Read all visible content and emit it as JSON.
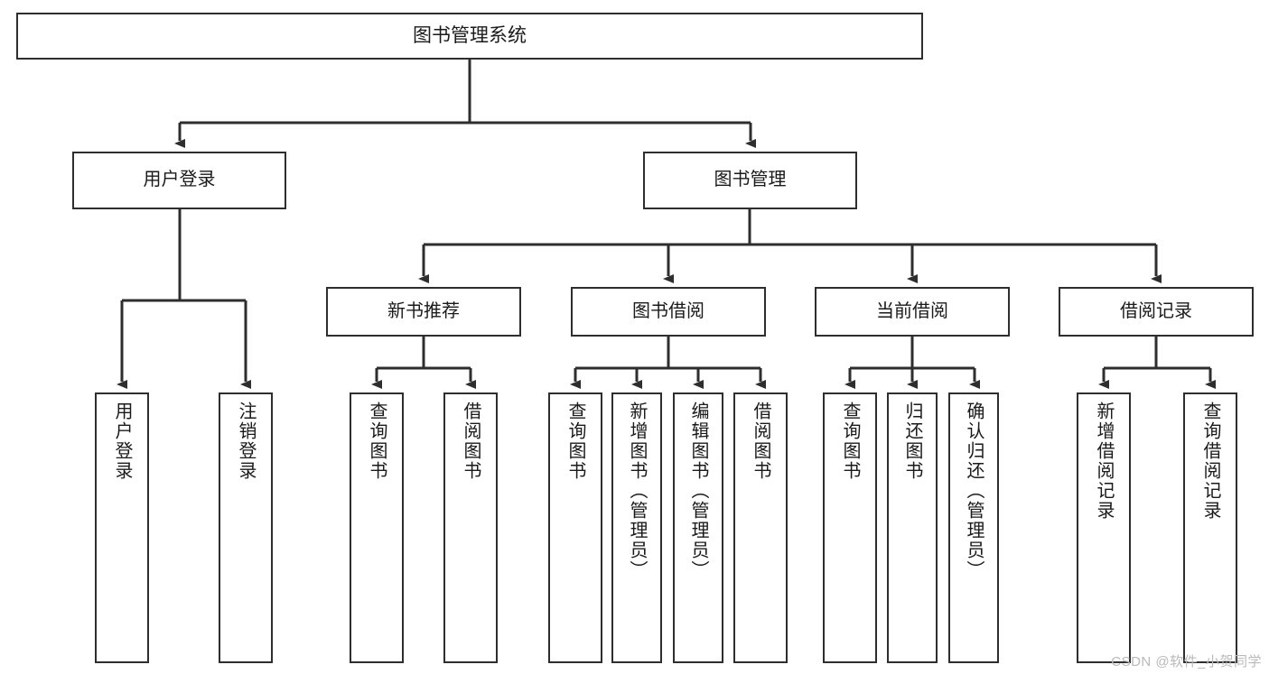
{
  "diagram": {
    "title": "图书管理系统",
    "type": "tree",
    "watermark": "CSDN @软件_小贺同学",
    "colors": {
      "stroke": "#2e2e2e",
      "box_fill": "#ffffff",
      "text": "#1a1a1a",
      "watermark": "#b9b9b9",
      "background": "#ffffff"
    },
    "root": {
      "label": "图书管理系统"
    },
    "level2": [
      {
        "label": "用户登录"
      },
      {
        "label": "图书管理"
      }
    ],
    "level3": [
      {
        "label": "新书推荐"
      },
      {
        "label": "图书借阅"
      },
      {
        "label": "当前借阅"
      },
      {
        "label": "借阅记录"
      }
    ],
    "leaves": {
      "user_login": [
        {
          "label": "用户登录"
        },
        {
          "label": "注销登录"
        }
      ],
      "new_book_recommend": [
        {
          "label": "查询图书"
        },
        {
          "label": "借阅图书"
        }
      ],
      "book_borrow": [
        {
          "label": "查询图书"
        },
        {
          "label": "新增图书（管理员）"
        },
        {
          "label": "编辑图书（管理员）"
        },
        {
          "label": "借阅图书"
        }
      ],
      "current_borrow": [
        {
          "label": "查询图书"
        },
        {
          "label": "归还图书"
        },
        {
          "label": "确认归还（管理员）"
        }
      ],
      "borrow_record": [
        {
          "label": "新增借阅记录"
        },
        {
          "label": "查询借阅记录"
        }
      ]
    }
  }
}
